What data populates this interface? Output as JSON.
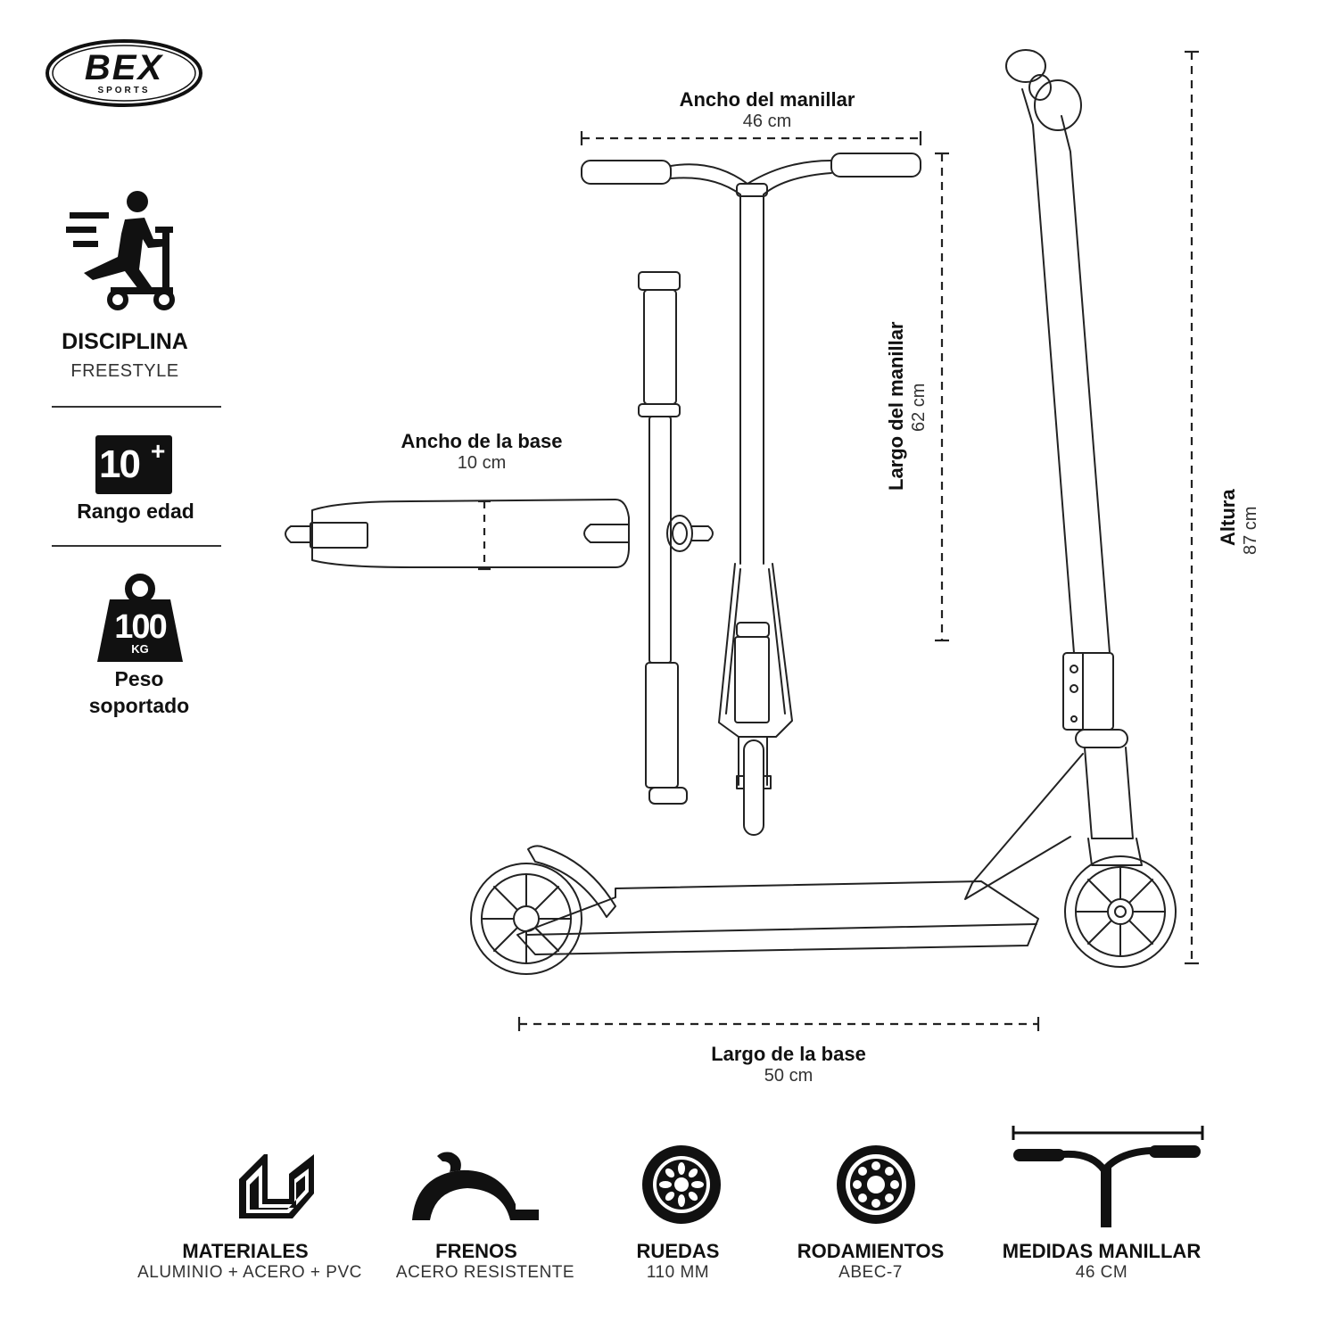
{
  "brand": {
    "logo_text": "BEX",
    "logo_sub": "SPORTS"
  },
  "sidebar": {
    "discipline": {
      "title": "DISCIPLINA",
      "value": "FREESTYLE"
    },
    "age": {
      "badge": "10",
      "badge_sup": "+",
      "label": "Rango edad"
    },
    "weight": {
      "badge": "100",
      "badge_unit": "KG",
      "label_line1": "Peso",
      "label_line2": "soportado"
    }
  },
  "dimensions": {
    "handlebar_width": {
      "label": "Ancho del manillar",
      "value": "46 cm"
    },
    "handlebar_length": {
      "label": "Largo del manillar",
      "value": "62 cm"
    },
    "deck_width": {
      "label": "Ancho de la base",
      "value": "10 cm"
    },
    "height": {
      "label": "Altura",
      "value": "87 cm"
    },
    "deck_length": {
      "label": "Largo de la base",
      "value": "50 cm"
    }
  },
  "features": [
    {
      "icon": "u-channel-icon",
      "title": "MATERIALES",
      "value": "ALUMINIO + ACERO + PVC"
    },
    {
      "icon": "fender-brake-icon",
      "title": "FRENOS",
      "value": "ACERO RESISTENTE"
    },
    {
      "icon": "wheel-icon",
      "title": "RUEDAS",
      "value": "110 MM"
    },
    {
      "icon": "bearing-icon",
      "title": "RODAMIENTOS",
      "value": "ABEC-7"
    },
    {
      "icon": "handlebar-icon",
      "title": "MEDIDAS MANILLAR",
      "value": "46 CM"
    }
  ]
}
